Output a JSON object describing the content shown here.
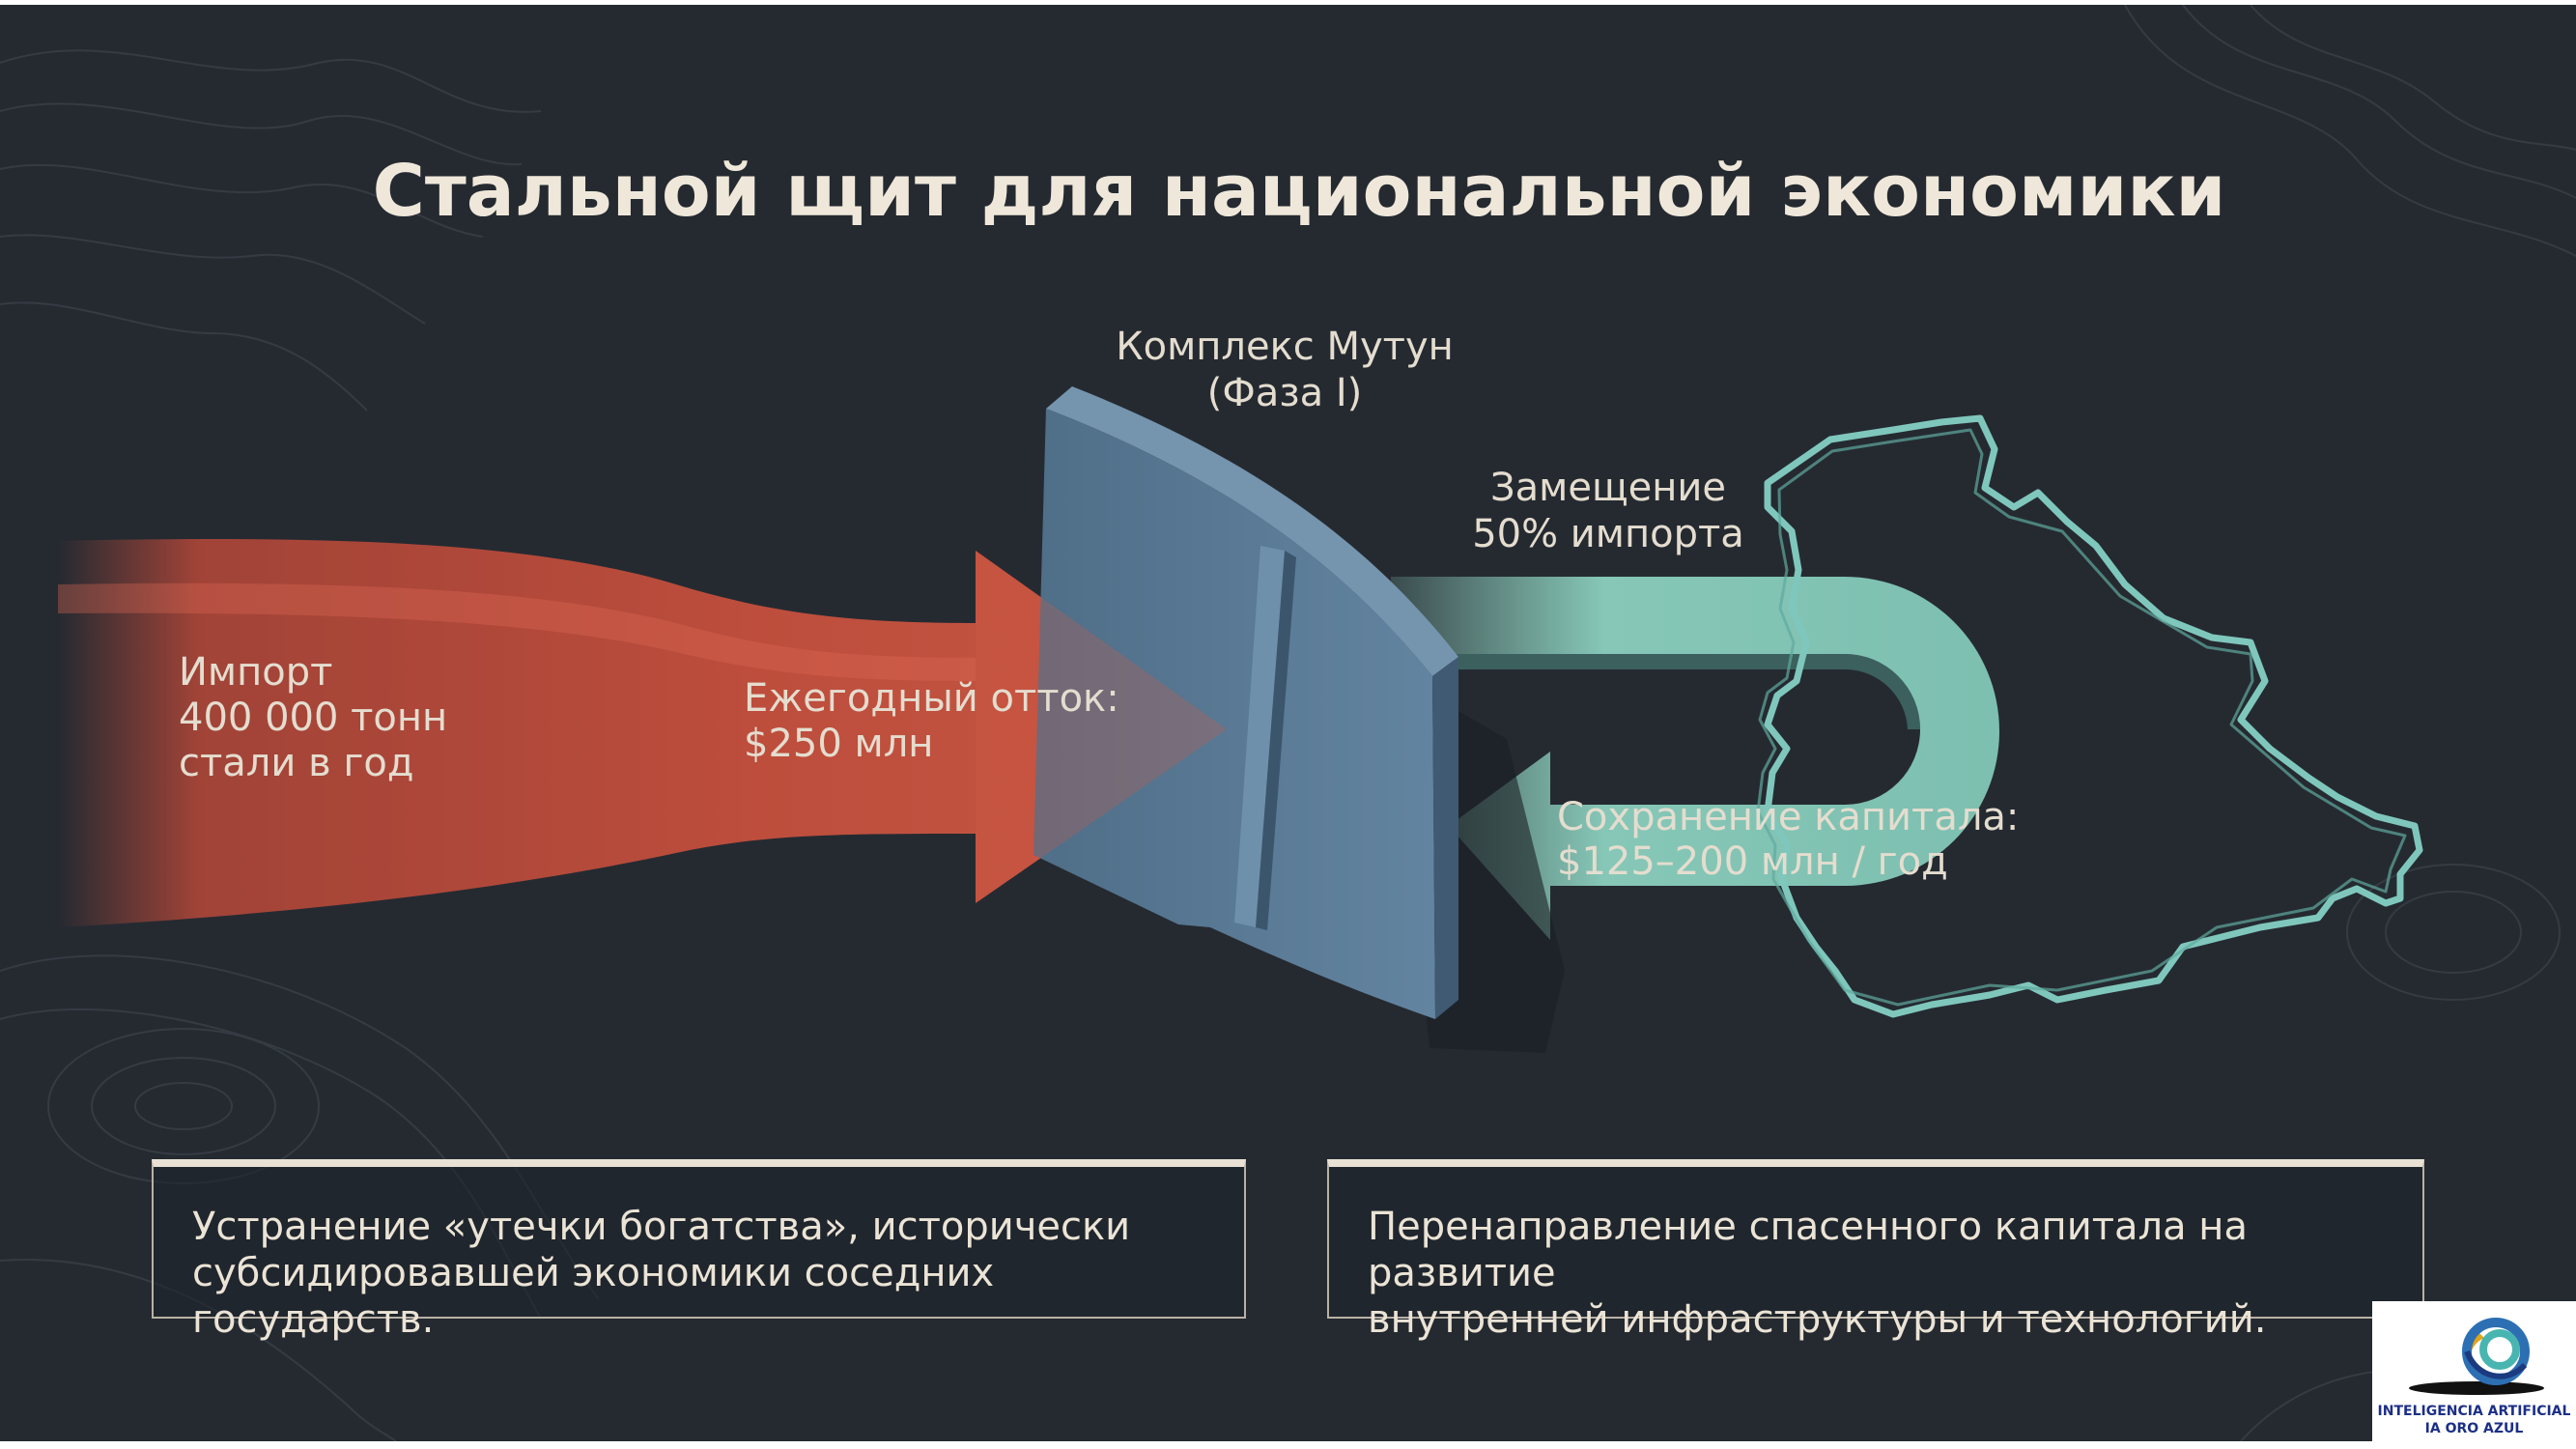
{
  "title": "Стальной щит для национальной экономики",
  "shield": {
    "label_line1": "Комплекс Мутун",
    "label_line2": "(Фаза I)"
  },
  "import_flow": {
    "line1": "Импорт",
    "line2": "400 000 тонн",
    "line3": "стали в год"
  },
  "outflow": {
    "line1": "Ежегодный отток:",
    "line2": "$250 млн"
  },
  "substitution": {
    "line1": "Замещение",
    "line2": "50% импорта"
  },
  "capital": {
    "line1": "Сохранение капитала:",
    "line2": "$125–200 млн / год"
  },
  "callouts": {
    "left_line1": "Устранение «утечки богатства», исторически",
    "left_line2": "субсидировавшей экономики соседних государств.",
    "right_line1": "Перенаправление спасенного капитала на развитие",
    "right_line2": "внутренней инфраструктуры и технологий."
  },
  "logo": {
    "line1": "INTELIGENCIA ARTIFICIAL",
    "line2": "IA ORO AZUL"
  },
  "colors": {
    "background": "#252a31",
    "import_arrow": "#c9503d",
    "return_arrow": "#7fc2b2",
    "shield": "#5d7d97",
    "map_outline": "#7fc7bc",
    "text": "#e4ddcf"
  }
}
